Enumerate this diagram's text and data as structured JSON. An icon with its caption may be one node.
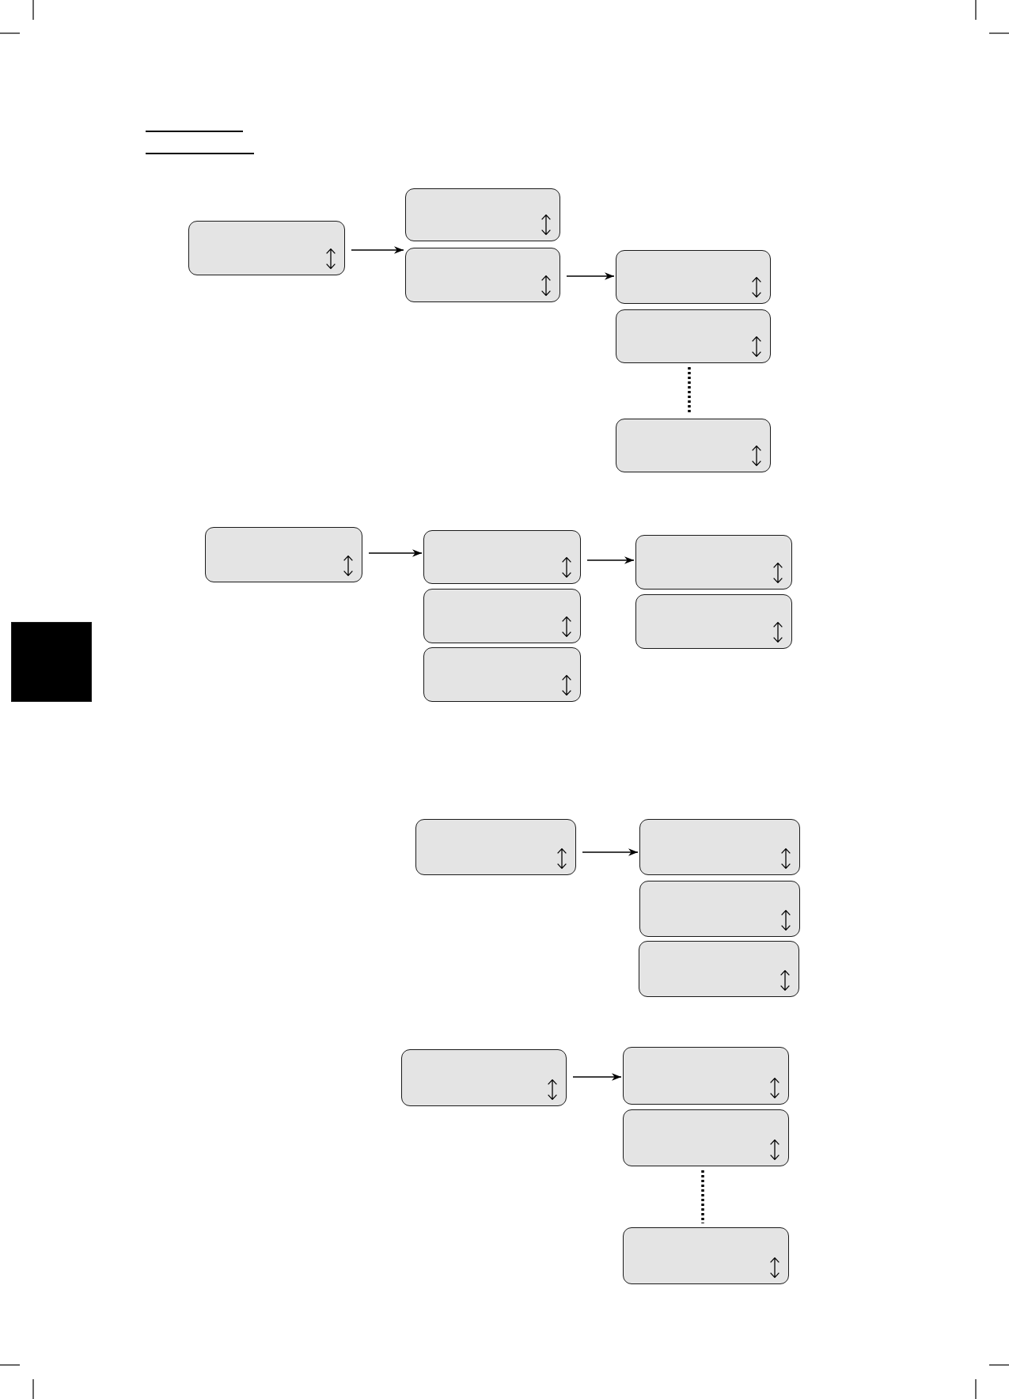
{
  "diagram": {
    "nodes": [
      {
        "text": [],
        "shape": "box"
      },
      {
        "text": [],
        "shape": "box"
      },
      {
        "text": [],
        "shape": "box"
      },
      {
        "text": [],
        "shape": "box"
      },
      {
        "text": [],
        "shape": "box"
      },
      {
        "text": [],
        "shape": "box"
      },
      {
        "text": [],
        "shape": "box"
      },
      {
        "text": [],
        "shape": "box"
      },
      {
        "text": [],
        "shape": "box"
      },
      {
        "text": [],
        "shape": "box"
      },
      {
        "text": [],
        "shape": "box"
      },
      {
        "text": [],
        "shape": "box"
      },
      {
        "text": [],
        "shape": "box"
      },
      {
        "text": [],
        "shape": "box"
      },
      {
        "text": [],
        "shape": "box"
      },
      {
        "text": [],
        "shape": "box"
      },
      {
        "text": [],
        "shape": "box"
      },
      {
        "text": [],
        "shape": "box"
      },
      {
        "text": [],
        "shape": "box"
      },
      {
        "text": [],
        "shape": "box"
      },
      {
        "text": [],
        "shape": "box"
      }
    ],
    "edges": [
      {
        "from": 0,
        "to": 2,
        "arrow": "to"
      },
      {
        "from": 2,
        "to": 3,
        "arrow": "to"
      },
      {
        "from": 4,
        "to": 5,
        "arrow": "none",
        "style": "dashed"
      },
      {
        "from": 6,
        "to": 7,
        "arrow": "to"
      },
      {
        "from": 7,
        "to": 10,
        "arrow": "to"
      },
      {
        "from": 13,
        "to": 14,
        "arrow": "to"
      },
      {
        "from": 17,
        "to": 18,
        "arrow": "to"
      },
      {
        "from": 19,
        "to": 20,
        "arrow": "none",
        "style": "dashed"
      }
    ]
  }
}
